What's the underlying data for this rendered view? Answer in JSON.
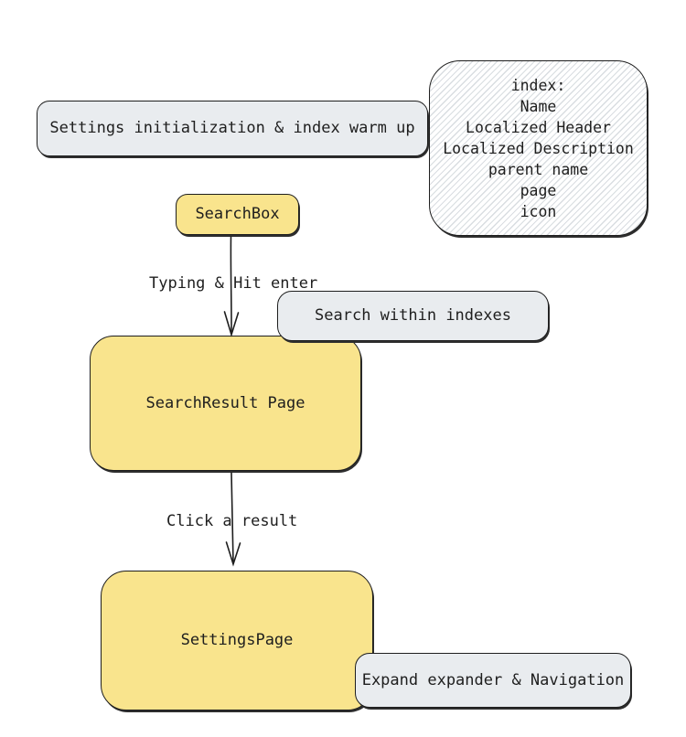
{
  "diagram": {
    "nodes": {
      "init": {
        "label": "Settings initialization & index warm up"
      },
      "index_note": {
        "title": "index:",
        "fields": [
          "Name",
          "Localized Header",
          "Localized Description",
          "parent name",
          "page",
          "icon"
        ]
      },
      "search_box": {
        "label": "SearchBox"
      },
      "search_within": {
        "label": "Search within indexes"
      },
      "search_result": {
        "label": "SearchResult Page"
      },
      "settings_page": {
        "label": "SettingsPage"
      },
      "expand_nav": {
        "label": "Expand expander & Navigation"
      }
    },
    "edges": {
      "typing": {
        "label": "Typing & Hit enter"
      },
      "click": {
        "label": "Click a result"
      }
    },
    "colors": {
      "yellow_fill": "#f9e48d",
      "gray_fill": "#e9ecef",
      "stroke": "#1e1e1e",
      "hatch": "#d9dde1",
      "text": "#1e1e1e"
    }
  }
}
